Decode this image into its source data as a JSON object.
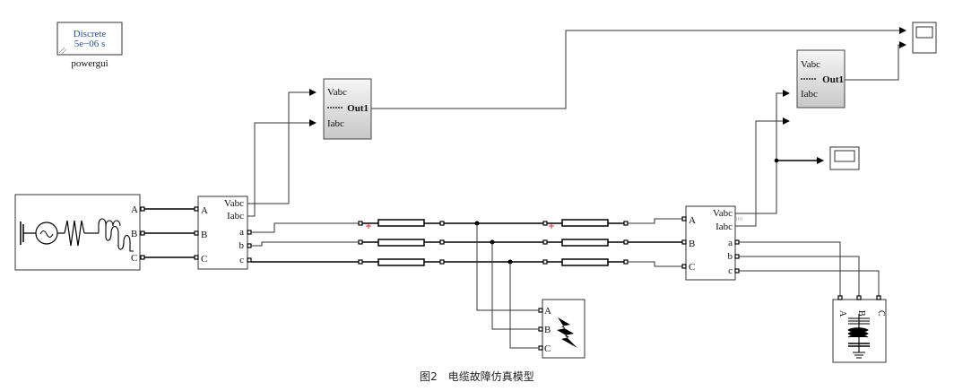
{
  "powergui": {
    "line1": "Discrete",
    "line2": "5e−06 s",
    "name": "powergui",
    "text_color": "#2a4fa0"
  },
  "source": {
    "ports": [
      "A",
      "B",
      "C"
    ],
    "icons": [
      "ground-icon",
      "ac-source-icon",
      "resistor-icon",
      "inductor-icon"
    ]
  },
  "measurement_left": {
    "inputs": [
      "A",
      "B",
      "C"
    ],
    "signals": [
      "Vabc",
      "Iabc"
    ],
    "outputs": [
      "a",
      "b",
      "c"
    ]
  },
  "subsystem_left": {
    "inputs": [
      "Vabc",
      "Iabc"
    ],
    "output": "Out1"
  },
  "measurement_right": {
    "inputs": [
      "A",
      "B",
      "C"
    ],
    "signals": [
      "Vabc",
      "Iabc"
    ],
    "outputs": [
      "a",
      "b",
      "c"
    ]
  },
  "subsystem_right": {
    "inputs": [
      "Vabc",
      "Iabc"
    ],
    "output": "Out1"
  },
  "fault": {
    "ports": [
      "A",
      "B",
      "C"
    ]
  },
  "load": {
    "ports": [
      "A",
      "B",
      "C"
    ]
  },
  "caption": "图2　电缆故障仿真模型"
}
